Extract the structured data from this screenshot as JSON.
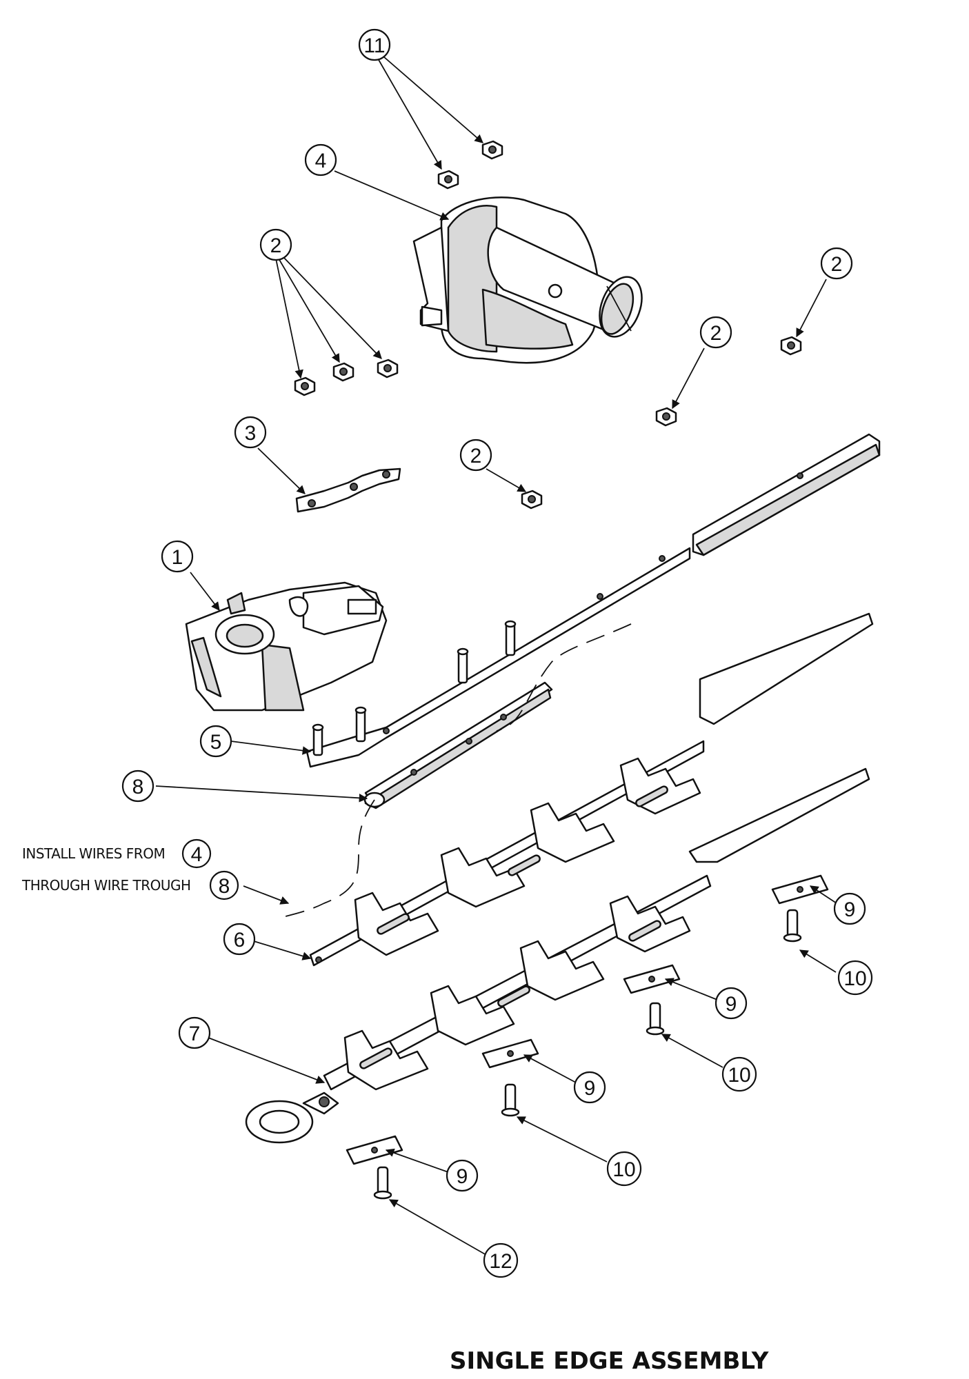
{
  "title": "SINGLE EDGE ASSEMBLY",
  "note": {
    "line1_prefix": "INSTALL WIRES FROM",
    "line1_ref": "4",
    "line2_prefix": "THROUGH WIRE TROUGH",
    "line2_ref": "8"
  },
  "callouts": [
    {
      "label": "11"
    },
    {
      "label": "4"
    },
    {
      "label": "2"
    },
    {
      "label": "2"
    },
    {
      "label": "2"
    },
    {
      "label": "2"
    },
    {
      "label": "3"
    },
    {
      "label": "2"
    },
    {
      "label": "1"
    },
    {
      "label": "5"
    },
    {
      "label": "8"
    },
    {
      "label": "6"
    },
    {
      "label": "7"
    },
    {
      "label": "9"
    },
    {
      "label": "10"
    },
    {
      "label": "9"
    },
    {
      "label": "10"
    },
    {
      "label": "9"
    },
    {
      "label": "10"
    },
    {
      "label": "9"
    },
    {
      "label": "12"
    }
  ]
}
